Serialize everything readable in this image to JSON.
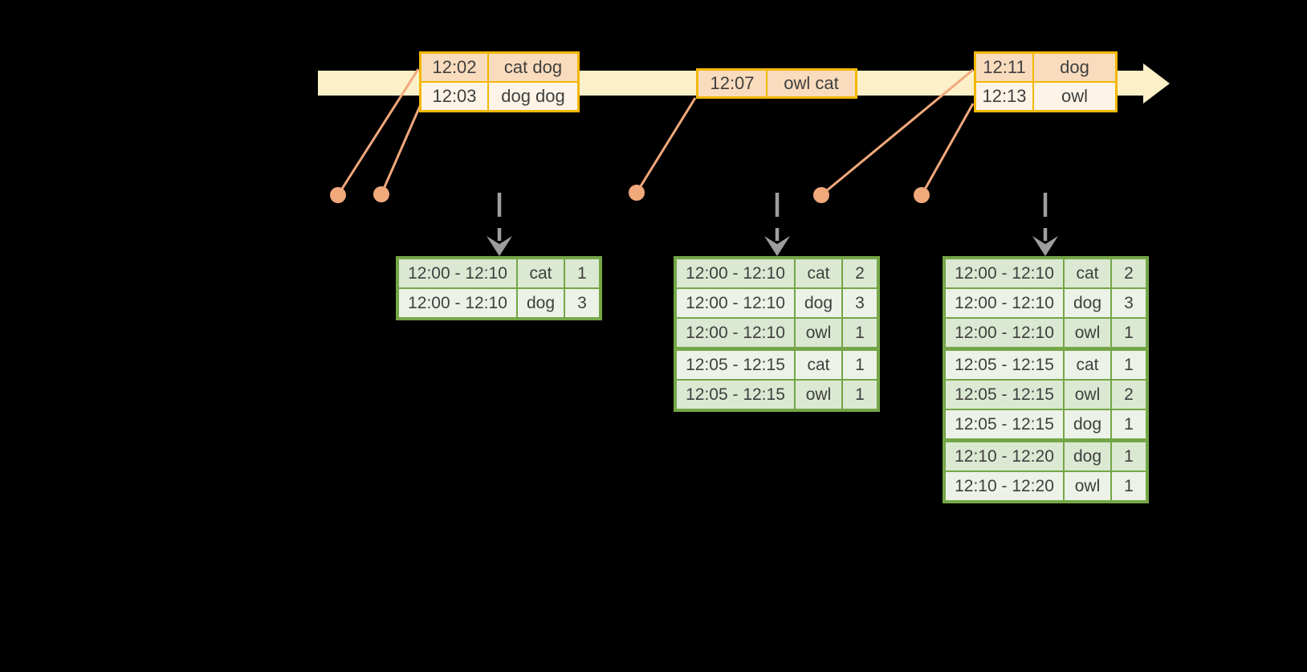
{
  "colors": {
    "background": "#000000",
    "timeline_fill": "#FBF0C7",
    "event_border": "#F2B705",
    "event_row_dark": "#F9DCBD",
    "event_row_light": "#FDF4E7",
    "connector_salmon": "#F1A87B",
    "trigger_arrow_gray": "#9E9E9E",
    "result_border_green": "#74A647",
    "result_row_dark": "#DBE8D2",
    "result_row_light": "#ECF2E7",
    "text": "#3F3F3F"
  },
  "events": [
    {
      "rows": [
        {
          "time": "12:02",
          "words": "cat dog"
        },
        {
          "time": "12:03",
          "words": "dog dog"
        }
      ]
    },
    {
      "rows": [
        {
          "time": "12:07",
          "words": "owl cat"
        }
      ]
    },
    {
      "rows": [
        {
          "time": "12:11",
          "words": "dog"
        },
        {
          "time": "12:13",
          "words": "owl"
        }
      ]
    }
  ],
  "results": [
    {
      "rows": [
        {
          "window": "12:00 - 12:10",
          "word": "cat",
          "count": "1"
        },
        {
          "window": "12:00 - 12:10",
          "word": "dog",
          "count": "3"
        }
      ]
    },
    {
      "rows": [
        {
          "window": "12:00 - 12:10",
          "word": "cat",
          "count": "2"
        },
        {
          "window": "12:00 - 12:10",
          "word": "dog",
          "count": "3"
        },
        {
          "window": "12:00 - 12:10",
          "word": "owl",
          "count": "1"
        },
        {
          "window": "12:05 - 12:15",
          "word": "cat",
          "count": "1"
        },
        {
          "window": "12:05 - 12:15",
          "word": "owl",
          "count": "1"
        }
      ]
    },
    {
      "rows": [
        {
          "window": "12:00 - 12:10",
          "word": "cat",
          "count": "2"
        },
        {
          "window": "12:00 - 12:10",
          "word": "dog",
          "count": "3"
        },
        {
          "window": "12:00 - 12:10",
          "word": "owl",
          "count": "1"
        },
        {
          "window": "12:05 - 12:15",
          "word": "cat",
          "count": "1"
        },
        {
          "window": "12:05 - 12:15",
          "word": "owl",
          "count": "2"
        },
        {
          "window": "12:05 - 12:15",
          "word": "dog",
          "count": "1"
        },
        {
          "window": "12:10 - 12:20",
          "word": "dog",
          "count": "1"
        },
        {
          "window": "12:10 - 12:20",
          "word": "owl",
          "count": "1"
        }
      ]
    }
  ]
}
